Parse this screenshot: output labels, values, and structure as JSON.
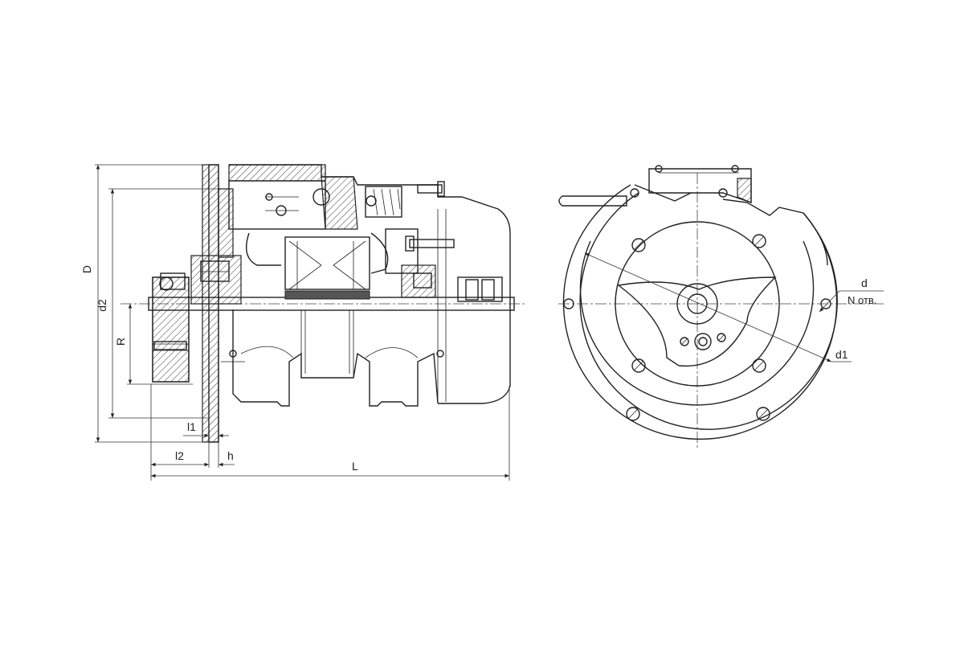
{
  "labels": {
    "D": "D",
    "d2": "d2",
    "R": "R",
    "l1": "l1",
    "l2": "l2",
    "h": "h",
    "L": "L",
    "d": "d",
    "n_holes": "N отв.",
    "d1": "d1"
  }
}
